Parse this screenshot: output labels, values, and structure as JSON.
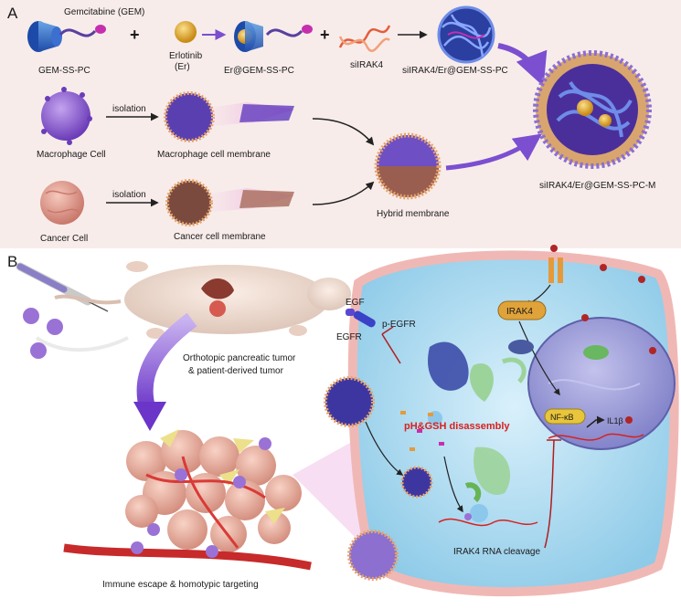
{
  "panel_a": {
    "letter": "A",
    "gemcitabine_label": "Gemcitabine (GEM)",
    "gem_ss_pc": "GEM-SS-PC",
    "erlotinib_line1": "Erlotinib",
    "erlotinib_line2": "(Er)",
    "er_gem": "Er@GEM-SS-PC",
    "siirak4": "siIRAK4",
    "np_core": "siIRAK4/Er@GEM-SS-PC",
    "plus1": "+",
    "plus2": "+",
    "macrophage_cell": "Macrophage Cell",
    "macrophage_membrane": "Macrophage cell membrane",
    "cancer_cell": "Cancer Cell",
    "cancer_membrane": "Cancer cell membrane",
    "isolation1": "isolation",
    "isolation2": "isolation",
    "hybrid": "Hybrid membrane",
    "final": "siIRAK4/Er@GEM-SS-PC-M"
  },
  "panel_b": {
    "letter": "B",
    "tumor_line1": "Orthotopic pancreatic tumor",
    "tumor_line2": "& patient-derived tumor",
    "immune": "Immune escape & homotypic targeting",
    "egf": "EGF",
    "egfr": "EGFR",
    "p_egfr": "p-EGFR",
    "irak4": "IRAK4",
    "nfkb": "NF-κB",
    "il1b": "IL1β",
    "disassembly": "pH&GSH disassembly",
    "cleavage": "IRAK4 RNA cleavage"
  },
  "colors": {
    "panel_a_bg": "#f7ecea",
    "cell_fill": "#bfe2f3",
    "cell_rim": "#f0b8b5",
    "nucleus": "#a7a8d9",
    "inhibition": "#b01e1e",
    "accent_text": "#d8201e"
  }
}
